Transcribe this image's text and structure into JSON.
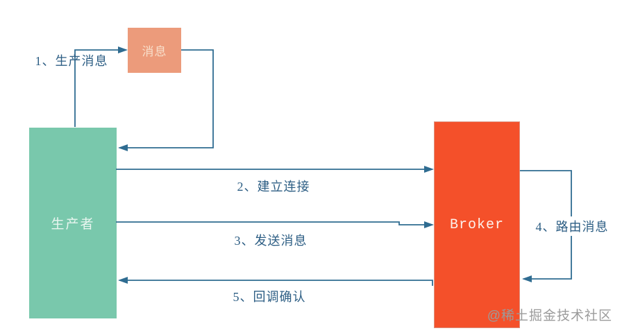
{
  "diagram": {
    "nodes": {
      "producer": {
        "label": "生产者",
        "color": "#79C8AC",
        "text_color": "#E9F6F0"
      },
      "message": {
        "label": "消息",
        "color": "#EC9B7B",
        "text_color": "#F8DFCB"
      },
      "broker": {
        "label": "Broker",
        "color": "#F4502A",
        "text_color": "#FDF2EC"
      }
    },
    "edge_labels": {
      "step1": "1、生产消息",
      "step2": "2、建立连接",
      "step3": "3、发送消息",
      "step4": "4、路由消息",
      "step5": "5、回调确认"
    },
    "watermark": "@稀土掘金技术社区",
    "colors": {
      "line": "#2F6C91",
      "label_text": "#2D5E84",
      "watermark": "#9B9B9B",
      "background": "#FFFFFF"
    }
  }
}
